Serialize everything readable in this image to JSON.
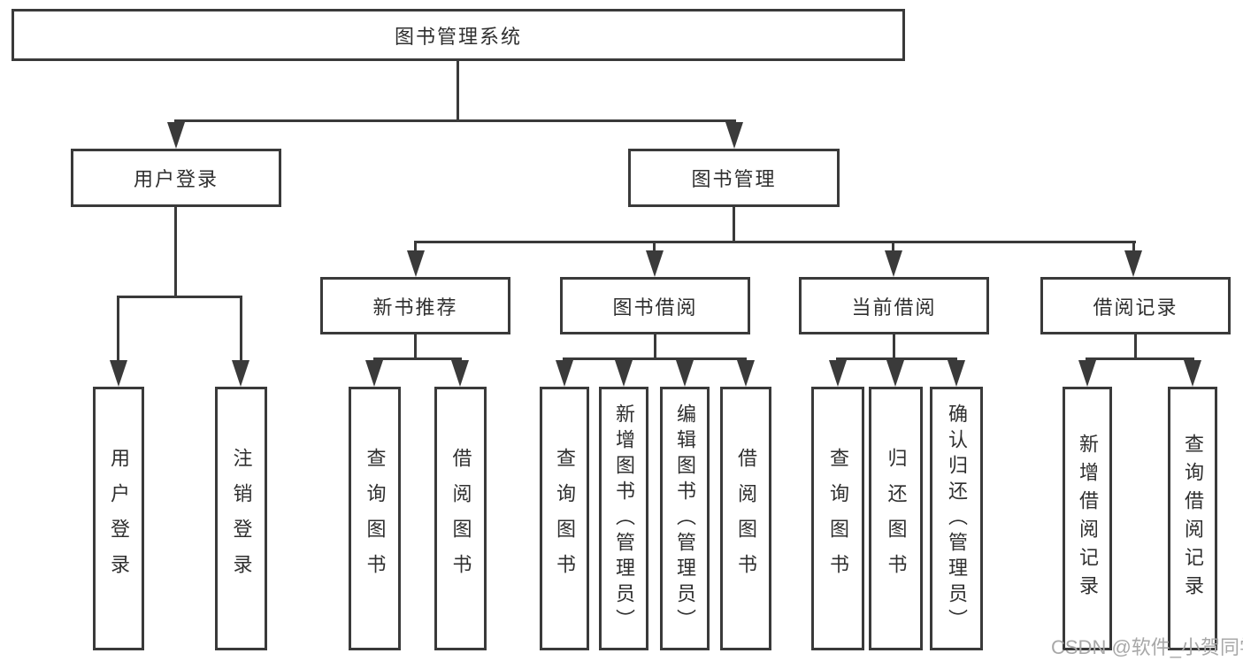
{
  "diagram": {
    "root": {
      "label": "图书管理系统"
    },
    "level2": [
      {
        "label": "用户登录"
      },
      {
        "label": "图书管理"
      }
    ],
    "level3": [
      {
        "label": "新书推荐"
      },
      {
        "label": "图书借阅"
      },
      {
        "label": "当前借阅"
      },
      {
        "label": "借阅记录"
      }
    ],
    "leaves": {
      "user_login": [
        {
          "label": "用户登录"
        },
        {
          "label": "注销登录"
        }
      ],
      "new_book": [
        {
          "label": "查询图书"
        },
        {
          "label": "借阅图书"
        }
      ],
      "book_borrow": [
        {
          "label": "查询图书"
        },
        {
          "label": "新增图书（管理员）"
        },
        {
          "label": "编辑图书（管理员）"
        },
        {
          "label": "借阅图书"
        }
      ],
      "current_borrow": [
        {
          "label": "查询图书"
        },
        {
          "label": "归还图书"
        },
        {
          "label": "确认归还（管理员）"
        }
      ],
      "borrow_record": [
        {
          "label": "新增借阅记录"
        },
        {
          "label": "查询借阅记录"
        }
      ]
    }
  },
  "watermark": "CSDN @软件_小贺同学",
  "colors": {
    "stroke": "#3a3a3a",
    "text": "#2f2f2f",
    "watermark": "#a8a8a8",
    "background": "#ffffff"
  }
}
